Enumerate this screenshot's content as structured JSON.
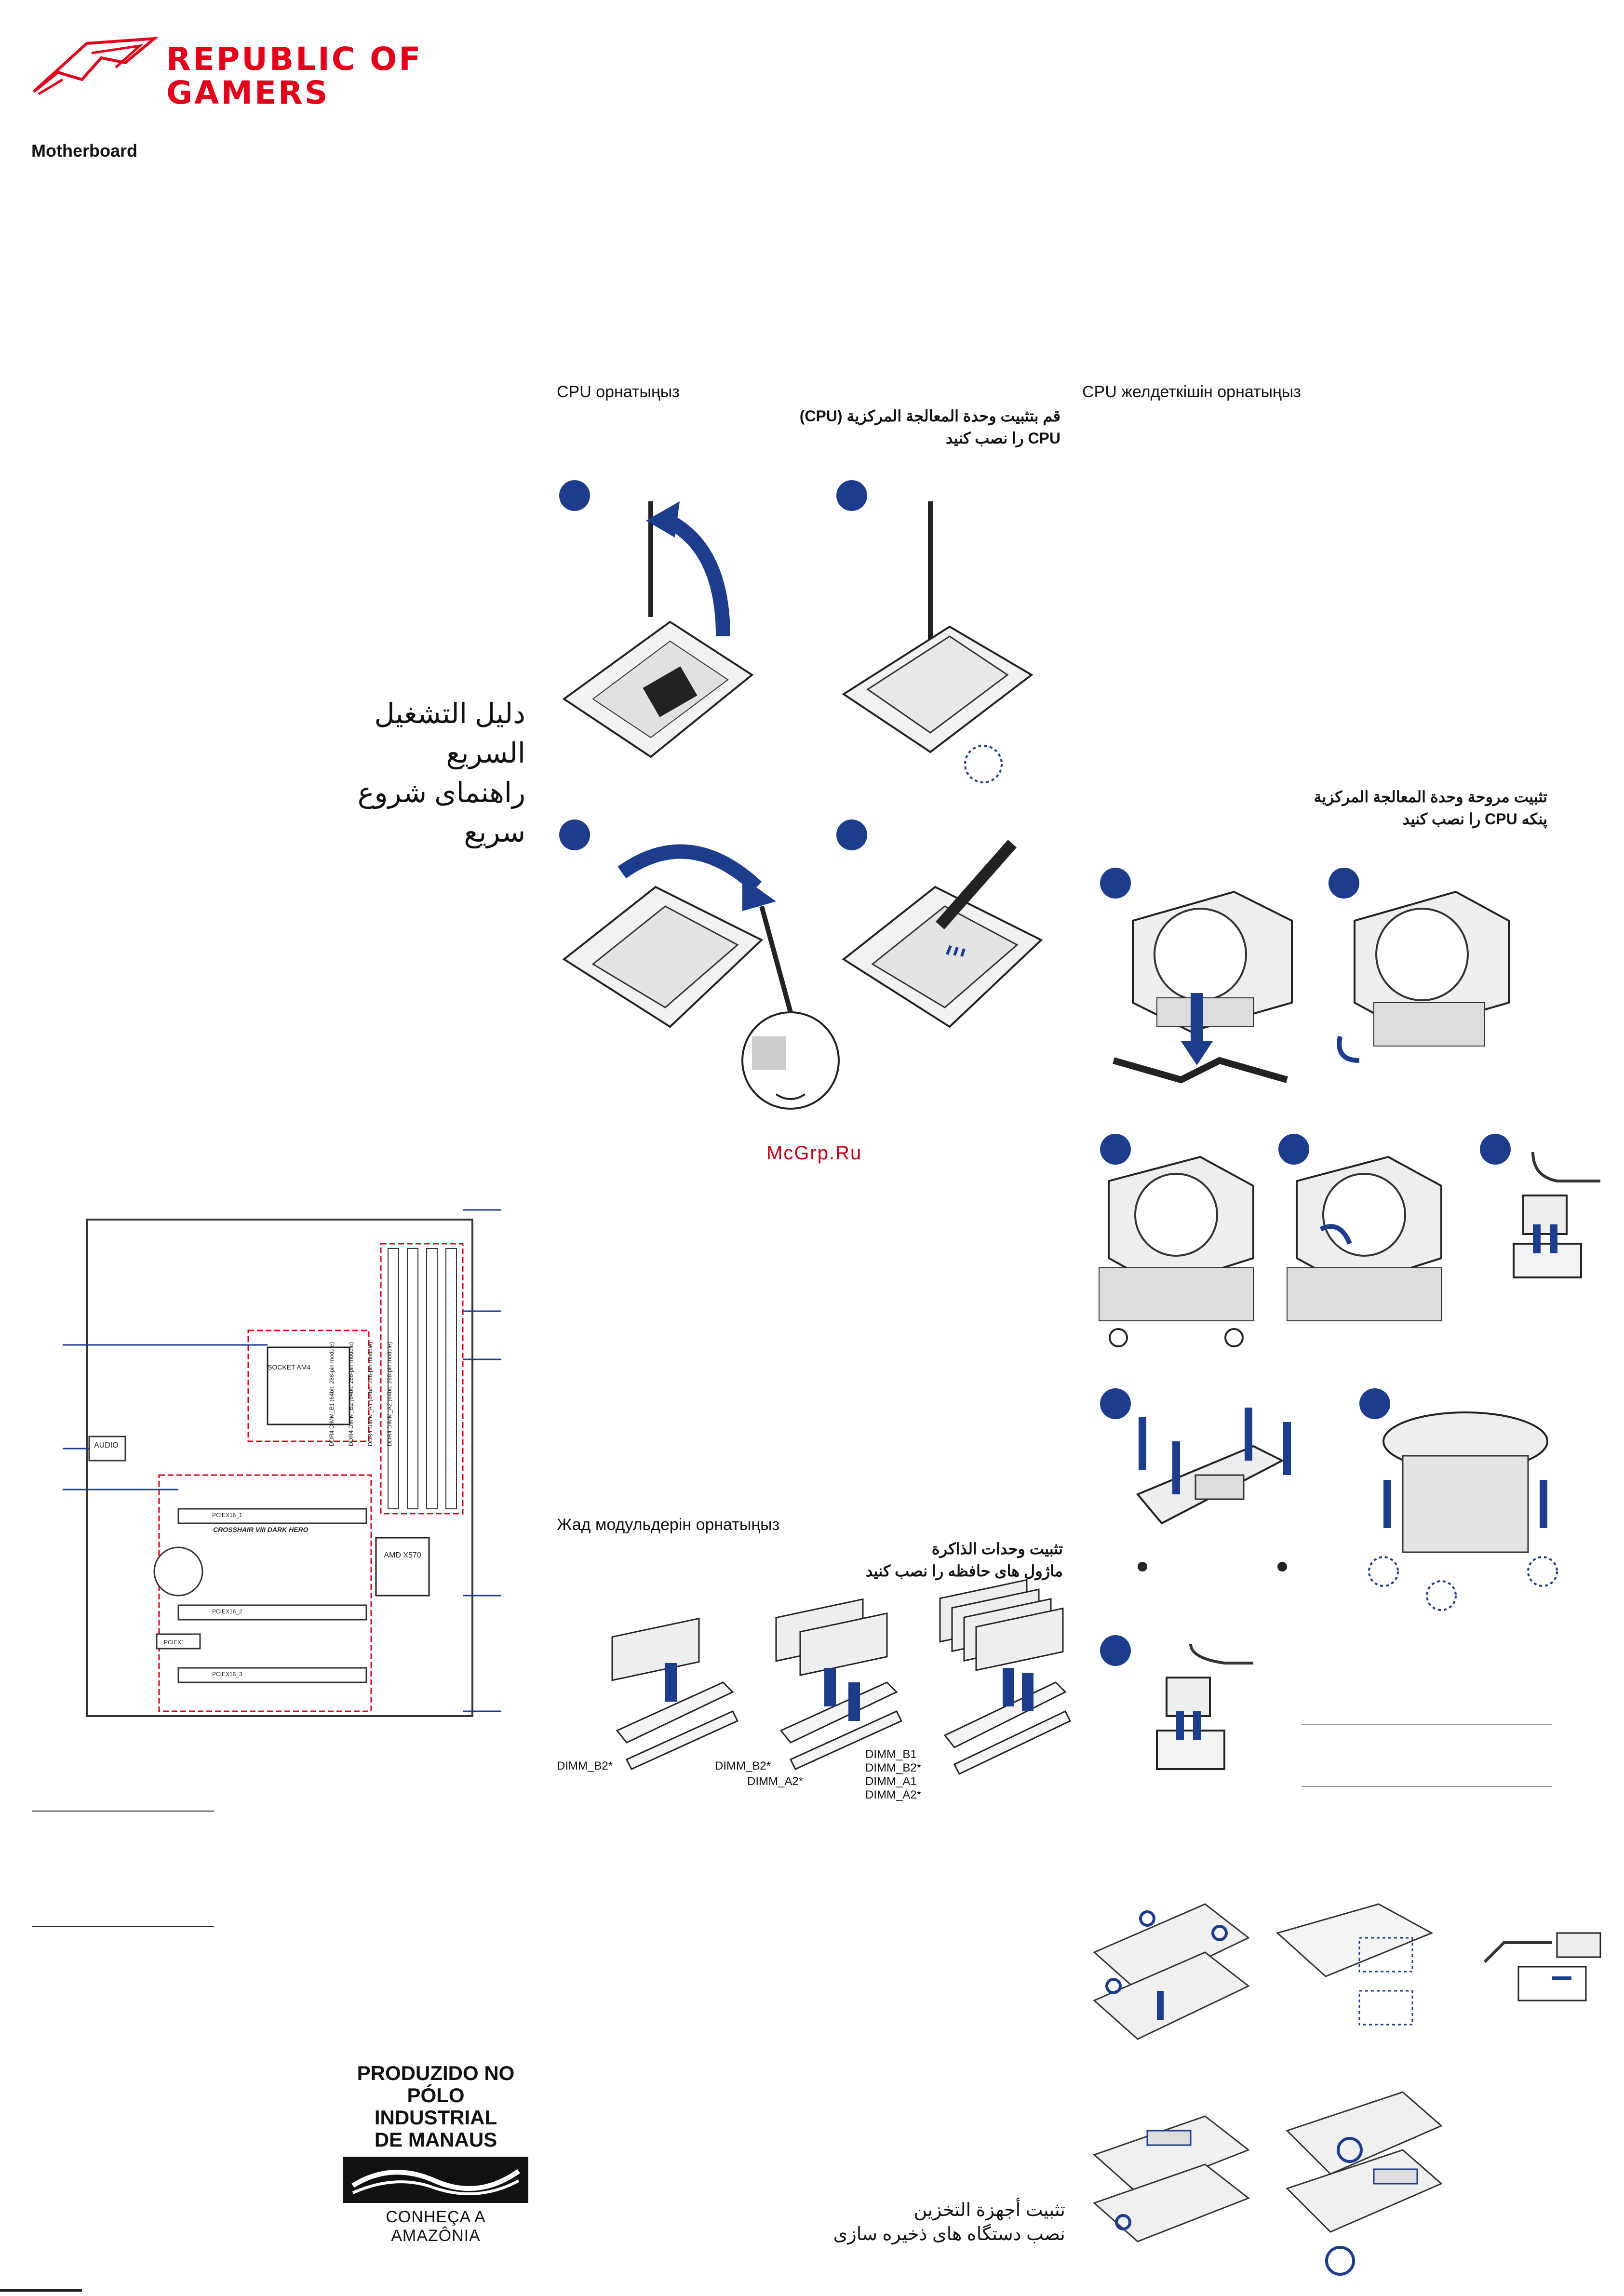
{
  "header": {
    "brand_line1": "REPUBLIC OF",
    "brand_line2": "GAMERS",
    "product": "Motherboard"
  },
  "cover": {
    "quick_start_ar": "دليل التشغيل السريع",
    "quick_start_fa": "راهنمای شروع سریع"
  },
  "cpu_section": {
    "title_kk": "CPU орнатыңыз",
    "title_ar": "قم بتثبيت وحدة المعالجة المركزية (CPU)",
    "title_fa": "CPU را نصب کنید"
  },
  "cooler_section": {
    "title_kk": "CPU желдеткішін орнатыңыз",
    "title_ar": "تثبيت مروحة وحدة المعالجة المركزية",
    "title_fa": "پنکه CPU را نصب کنید"
  },
  "memory_section": {
    "title_kk": "Жад модульдерін орнатыңыз",
    "title_ar": "تثبيت وحدات الذاكرة",
    "title_fa": "ماژول های حافظه را نصب کنید",
    "labels": {
      "one_dimm": "DIMM_B2*",
      "two_dimm_a": "DIMM_B2*",
      "two_dimm_b": "DIMM_A2*",
      "four_1": "DIMM_B1",
      "four_2": "DIMM_B2*",
      "four_3": "DIMM_A1",
      "four_4": "DIMM_A2*"
    }
  },
  "storage_section": {
    "title_ar": "تثبيت أجهزة التخزين",
    "title_fa": "نصب دستگاه های ذخیره سازی"
  },
  "board": {
    "socket": "SOCKET AM4",
    "chipset": "AMD X570",
    "model": "CROSSHAIR VIII DARK HERO",
    "pciex16_1": "PCIEX16_1",
    "pciex16_2": "PCIEX16_2",
    "pciex16_3": "PCIEX16_3",
    "pciex1": "PCIEX1",
    "audio": "AUDIO",
    "dimm_b1": "DDR4 DIMM_B1 (64bit, 288-pin module)",
    "dimm_b2": "DDR4 DIMM_B2 (64bit, 288-pin module)",
    "dimm_a1": "DDR4 DIMM_A1 (64bit, 288-pin module)",
    "dimm_a2": "DDR4 DIMM_A2 (64bit, 288-pin module)"
  },
  "watermark": "McGrp.Ru",
  "manaus": {
    "line1": "PRODUZIDO NO",
    "line2": "PÓLO INDUSTRIAL",
    "line3": "DE MANAUS",
    "tagline": "CONHEÇA A AMAZÔNIA"
  },
  "colors": {
    "rog_red": "#e2001a",
    "step_blue": "#1e3c8c",
    "dashed_red": "#d9001b"
  }
}
